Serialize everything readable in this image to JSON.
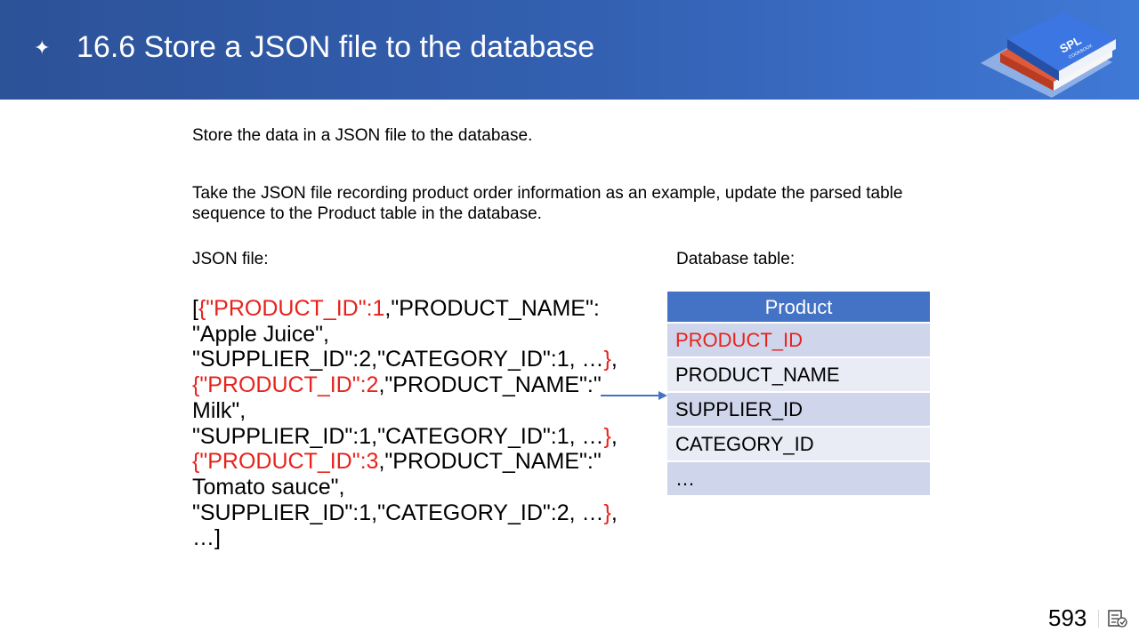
{
  "header": {
    "star_icon": "four-point-star-icon",
    "title": "16.6 Store a JSON file to the database",
    "logo_text": "SPL",
    "logo_subtext": "COOKBOOK"
  },
  "body": {
    "paragraph1": "Store the data in a JSON file to the database.",
    "paragraph2": "Take the JSON file recording product order information as an example, update the parsed table sequence to the Product table in the database.",
    "json_label": "JSON file:",
    "db_label": "Database table:"
  },
  "json_text": [
    [
      {
        "t": "[",
        "red": false
      },
      {
        "t": "{\"PRODUCT_ID\":1",
        "red": true
      },
      {
        "t": ",\"PRODUCT_NAME\":",
        "red": false
      }
    ],
    [
      {
        "t": "\"Apple Juice\",",
        "red": false
      }
    ],
    [
      {
        "t": "\"SUPPLIER_ID\":2,\"CATEGORY_ID\":1, …",
        "red": false
      },
      {
        "t": "}",
        "red": true
      },
      {
        "t": ",",
        "red": false
      }
    ],
    [
      {
        "t": "{\"PRODUCT_ID\":2",
        "red": true
      },
      {
        "t": ",\"PRODUCT_NAME\":\"",
        "red": false
      }
    ],
    [
      {
        "t": "Milk\",",
        "red": false
      }
    ],
    [
      {
        "t": "\"SUPPLIER_ID\":1,\"CATEGORY_ID\":1, …",
        "red": false
      },
      {
        "t": "}",
        "red": true
      },
      {
        "t": ",",
        "red": false
      }
    ],
    [
      {
        "t": "{\"PRODUCT_ID\":3",
        "red": true
      },
      {
        "t": ",\"PRODUCT_NAME\":\"",
        "red": false
      }
    ],
    [
      {
        "t": "Tomato sauce\",",
        "red": false
      }
    ],
    [
      {
        "t": "\"SUPPLIER_ID\":1,\"CATEGORY_ID\":2, …",
        "red": false
      },
      {
        "t": "}",
        "red": true
      },
      {
        "t": ",",
        "red": false
      }
    ],
    [
      {
        "t": "…]",
        "red": false
      }
    ]
  ],
  "table": {
    "header": "Product",
    "rows": [
      {
        "label": "PRODUCT_ID",
        "highlight": true
      },
      {
        "label": "PRODUCT_NAME",
        "highlight": false
      },
      {
        "label": "SUPPLIER_ID",
        "highlight": false
      },
      {
        "label": "CATEGORY_ID",
        "highlight": false
      },
      {
        "label": "…",
        "highlight": false
      }
    ]
  },
  "footer": {
    "page_number": "593",
    "notes_icon": "notes-icon"
  },
  "colors": {
    "header_bg": "#3461b3",
    "table_header_bg": "#4472c4",
    "row_odd": "#cfd5ea",
    "row_even": "#e9ebf5",
    "highlight_red": "#e8221c",
    "arrow": "#4472c4"
  }
}
